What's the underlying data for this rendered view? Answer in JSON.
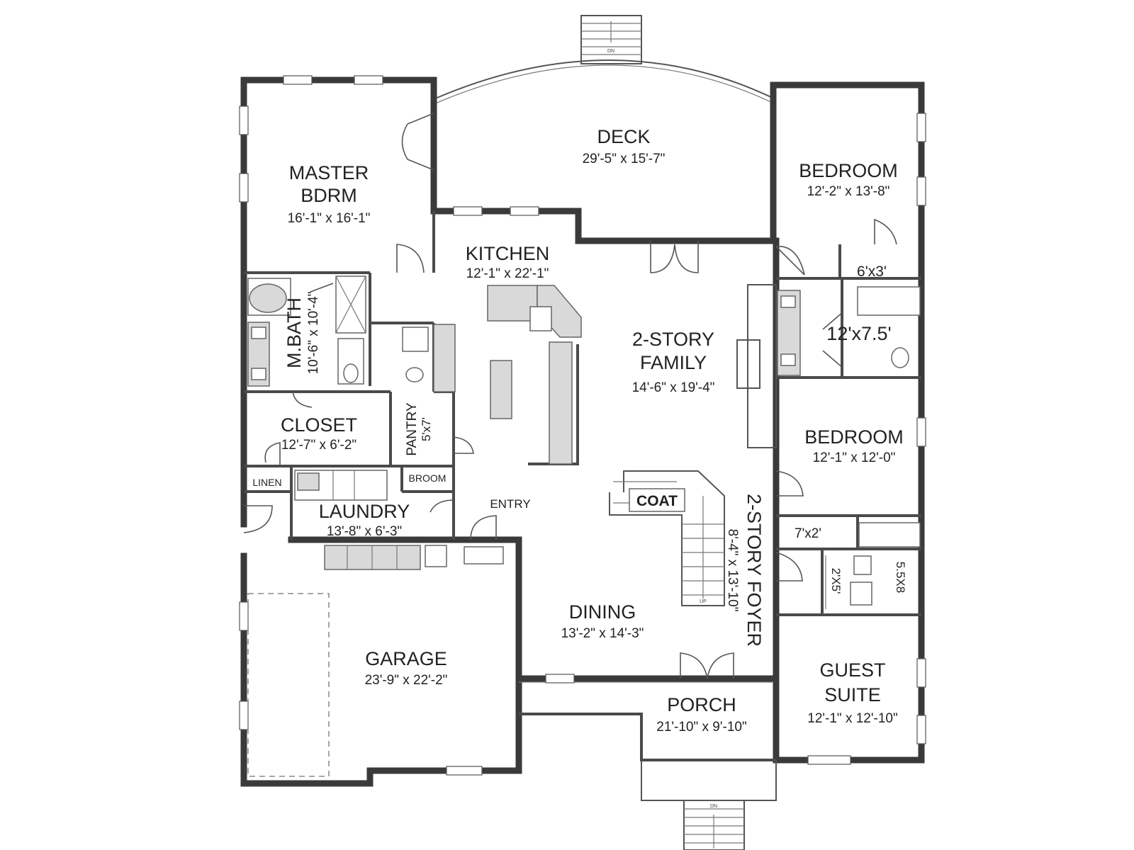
{
  "rooms": {
    "deck": {
      "name": "DECK",
      "dim": "29'-5\"  x  15'-7\""
    },
    "master": {
      "name1": "MASTER",
      "name2": "BDRM",
      "dim": "16'-1\"  x  16'-1\""
    },
    "kitchen": {
      "name": "KITCHEN",
      "dim": "12'-1\"  x  22'-1\""
    },
    "bedroom1": {
      "name": "BEDROOM",
      "dim": "12'-2\"  x  13'-8\""
    },
    "closet6x3": {
      "name": "6'x3'"
    },
    "bath12": {
      "name": "12'x7.5'"
    },
    "family": {
      "name1": "2-STORY",
      "name2": "FAMILY",
      "dim": "14'-6\"  x  19'-4\""
    },
    "mbath": {
      "name": "M.BATH",
      "dim": "10'-6\"  x  10'-4\""
    },
    "closet": {
      "name": "CLOSET",
      "dim": "12'-7\"  x  6'-2\""
    },
    "pantry": {
      "name": "PANTRY",
      "dim": "5'x7'"
    },
    "bedroom2": {
      "name": "BEDROOM",
      "dim": "12'-1\"  x  12'-0\""
    },
    "linen": {
      "name": "LINEN"
    },
    "broom": {
      "name": "BROOM"
    },
    "coat": {
      "name": "COAT"
    },
    "laundry": {
      "name": "LAUNDRY",
      "dim": "13'-8\"  x  6'-3\""
    },
    "entry": {
      "name": "ENTRY"
    },
    "foyer": {
      "name": "2-STORY FOYER",
      "dim": "8'-4\"  x  13'-10\""
    },
    "closet7x2": {
      "name": "7'x2'"
    },
    "closet2x5": {
      "name": "2'X5'"
    },
    "bath55": {
      "name": "5.5X8"
    },
    "dining": {
      "name": "DINING",
      "dim": "13'-2\"  x  14'-3\""
    },
    "garage": {
      "name": "GARAGE",
      "dim": "23'-9\"  x  22'-2\""
    },
    "guest": {
      "name1": "GUEST",
      "name2": "SUITE",
      "dim": "12'-1\"  x  12'-10\""
    },
    "porch": {
      "name": "PORCH",
      "dim": "21'-10\"  x  9'-10\""
    }
  },
  "stairs": {
    "deck_dn": "DN",
    "porch_dn": "DN",
    "interior_up": "UP"
  },
  "colors": {
    "wall": "#3a3a3a",
    "fixture": "#d9d9d9",
    "background": "#ffffff"
  }
}
